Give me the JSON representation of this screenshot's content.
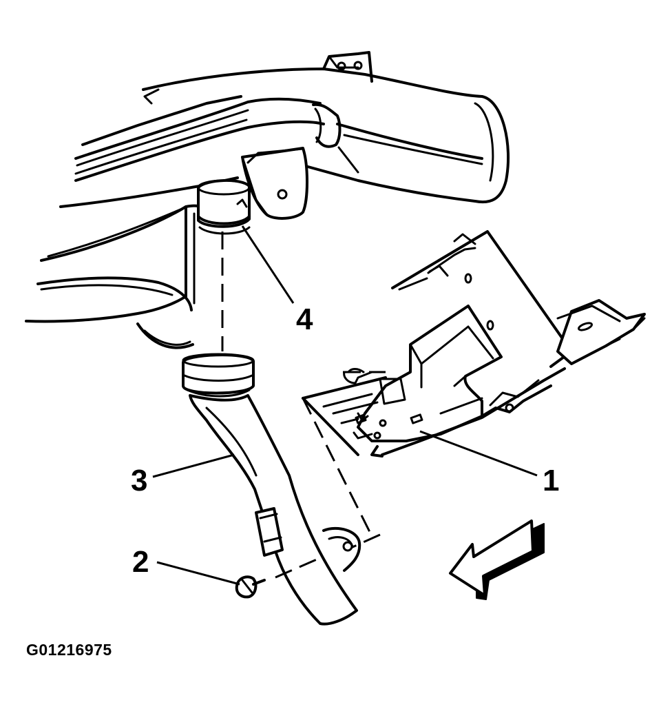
{
  "callouts": {
    "c1": "1",
    "c2": "2",
    "c3": "3",
    "c4": "4"
  },
  "figure_id": "G01216975",
  "icons": {
    "direction_arrow": "front-direction-arrow-icon"
  },
  "colors": {
    "line": "#000000",
    "background": "#ffffff"
  }
}
